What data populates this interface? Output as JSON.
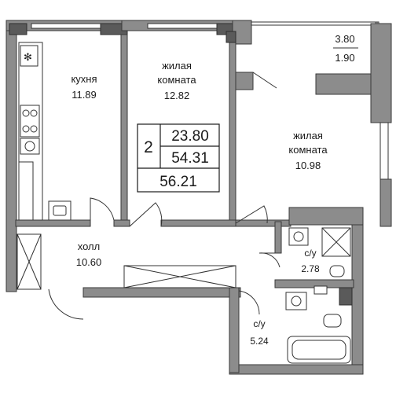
{
  "rooms": {
    "kitchen": {
      "name": "кухня",
      "area": "11.89"
    },
    "living1": {
      "name1": "жилая",
      "name2": "комната",
      "area": "12.82"
    },
    "living2": {
      "name1": "жилая",
      "name2": "комната",
      "area": "10.98"
    },
    "balcony": {
      "area_top": "3.80",
      "area_bottom": "1.90"
    },
    "hall": {
      "name": "холл",
      "area": "10.60"
    },
    "bath1": {
      "name": "с/у",
      "area": "2.78"
    },
    "bath2": {
      "name": "с/у",
      "area": "5.24"
    }
  },
  "summary": {
    "rooms_count": "2",
    "living_area": "23.80",
    "total_area": "54.31",
    "total_with_balcony": "56.21"
  },
  "icons": [
    "snowflake-icon",
    "stove-icon",
    "washing-machine-icon",
    "sink-icon",
    "toilet-icon",
    "shower-icon",
    "bathtub-icon"
  ],
  "colors": {
    "wall": "#8c8c8c",
    "wall_dark": "#5a5a5a",
    "line": "#333333"
  }
}
